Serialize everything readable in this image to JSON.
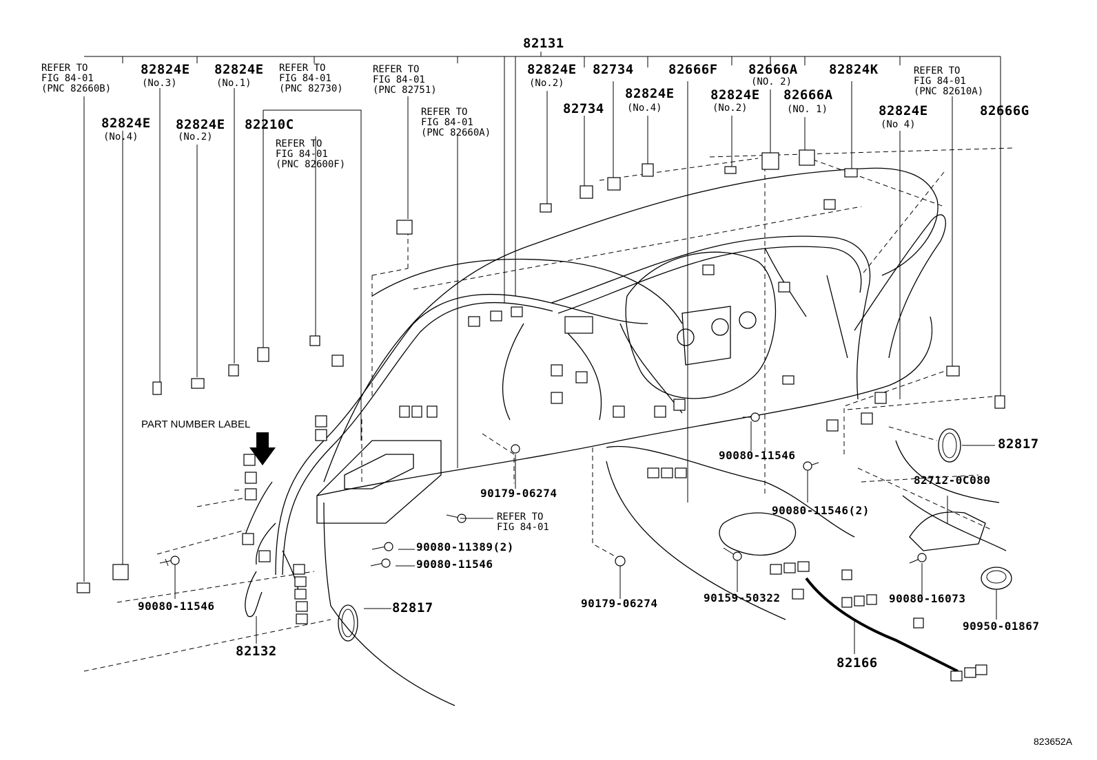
{
  "diagram": {
    "illustration_code": "823652A",
    "part_number_label": "PART NUMBER LABEL",
    "labels": {
      "p82131": "82131",
      "refer_82660b": "REFER TO\nFIG 84-01\n(PNC 82660B)",
      "p82824e_no3": "82824E",
      "p82824e_no3_sub": "(No.3)",
      "p82824e_no1": "82824E",
      "p82824e_no1_sub": "(No.1)",
      "refer_82730": "REFER TO\nFIG 84-01\n(PNC 82730)",
      "refer_82751": "REFER TO\nFIG 84-01\n(PNC 82751)",
      "refer_82660a": "REFER TO\nFIG 84-01\n(PNC 82660A)",
      "p82824e_no4_left": "82824E",
      "p82824e_no4_left_sub": "(No.4)",
      "p82824e_no2_left": "82824E",
      "p82824e_no2_left_sub": "(No.2)",
      "p82210c": "82210C",
      "refer_82600f": "REFER TO\nFIG 84-01\n(PNC 82600F)",
      "p82824e_no2_mid": "82824E",
      "p82824e_no2_mid_sub": "(No.2)",
      "p82734_a": "82734",
      "p82734_b": "82734",
      "p82824e_no4_mid": "82824E",
      "p82824e_no4_mid_sub": "(No.4)",
      "p82666f": "82666F",
      "p82666a_no2": "82666A",
      "p82666a_no2_sub": "(NO. 2)",
      "p82824e_no2_right": "82824E",
      "p82824e_no2_right_sub": "(No.2)",
      "p82666a_no1": "82666A",
      "p82666a_no1_sub": "(NO. 1)",
      "p82824k": "82824K",
      "refer_82610a": "REFER TO\nFIG 84-01\n(PNC 82610A)",
      "p82824e_no4_right": "82824E",
      "p82824e_no4_right_sub": "(No 4)",
      "p82666g": "82666G",
      "p82817_right": "82817",
      "p82712": "82712-0C080",
      "p90080_11546_mid": "90080-11546",
      "p90080_11546_2": "90080-11546(2)",
      "p90179_06274_top": "90179-06274",
      "refer_fig": "REFER TO\nFIG 84-01",
      "p90080_11389": "90080-11389(2)",
      "p90080_11546_low": "90080-11546",
      "p90080_11546_left": "90080-11546",
      "p82817_left": "82817",
      "p82132": "82132",
      "p90179_06274_bot": "90179-06274",
      "p90159_50322": "90159-50322",
      "p82166": "82166",
      "p90080_16073": "90080-16073",
      "p90950_01867": "90950-01867"
    }
  }
}
